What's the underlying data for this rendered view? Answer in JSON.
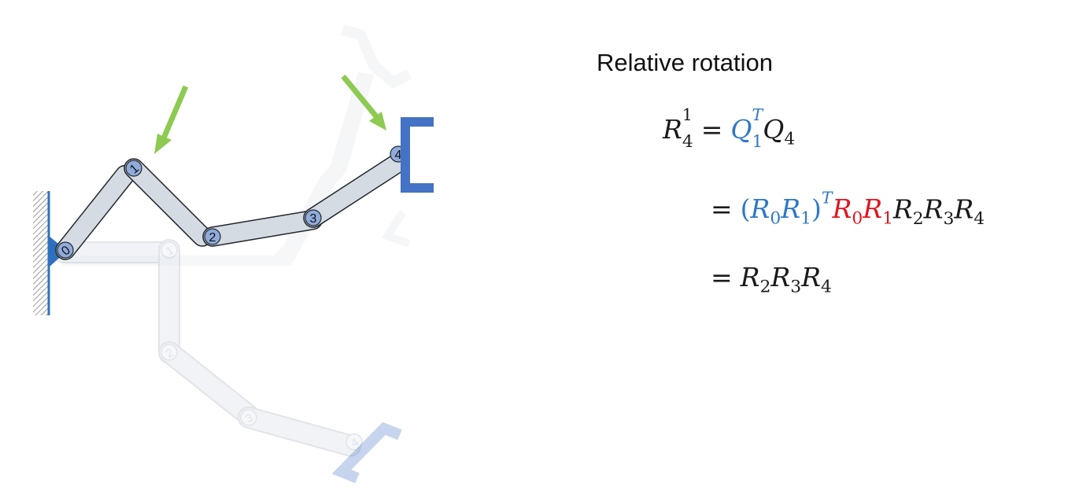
{
  "heading": "Relative rotation",
  "joints": {
    "current": [
      "0",
      "1",
      "2",
      "3",
      "4"
    ],
    "ghost": [
      "1",
      "2",
      "3",
      "4"
    ]
  },
  "equation": {
    "line1": {
      "lhs": "R",
      "lhs_sub": "4",
      "lhs_sup": "1",
      "eq": "=",
      "q1": "Q",
      "q1_sub": "1",
      "q1_sup": "T",
      "q4": "Q",
      "q4_sub": "4"
    },
    "line2": {
      "eq": "=",
      "paren_open": "(",
      "r0": "R",
      "r0_sub": "0",
      "r1": "R",
      "r1_sub": "1",
      "paren_close": ")",
      "sup_t": "T",
      "r0b": "R",
      "r0b_sub": "0",
      "r1b": "R",
      "r1b_sub": "1",
      "r2": "R",
      "r2_sub": "2",
      "r3": "R",
      "r3_sub": "3",
      "r4": "R",
      "r4_sub": "4"
    },
    "line3": {
      "eq": "=",
      "r2": "R",
      "r2_sub": "2",
      "r3": "R",
      "r3_sub": "3",
      "r4": "R",
      "r4_sub": "4"
    }
  },
  "colors": {
    "link_fill": "#d5dbe3",
    "link_stroke": "#22272d",
    "joint_fill": "#8fabdb",
    "base_blue": "#4472c4",
    "arrow_green": "#8dca52",
    "highlight_blue": "#2f78c8",
    "highlight_red": "#e0161f"
  }
}
